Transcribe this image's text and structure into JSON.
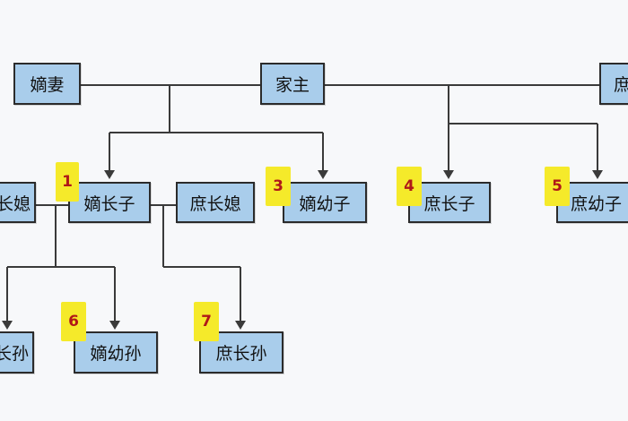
{
  "nodes": {
    "head": "家主",
    "main_wife": "嫡妻",
    "concubine": "庶",
    "left_daughter_in_law": "长媳",
    "legit_eldest_son": "嫡长子",
    "concubine_eldest_wife": "庶长媳",
    "legit_youngest_son": "嫡幼子",
    "concubine_eldest_son": "庶长子",
    "concubine_youngest_son": "庶幼子",
    "left_grandson": "长孙",
    "legit_younger_grandson": "嫡幼孙",
    "concubine_eldest_grandson": "庶长孙"
  },
  "badges": {
    "b1": "1",
    "b3": "3",
    "b4": "4",
    "b5": "5",
    "b6": "6",
    "b7": "7"
  },
  "colors": {
    "node_fill": "#a9cdeb",
    "node_border": "#2b2b2b",
    "badge_fill": "#f5ea2a",
    "badge_text": "#b01818",
    "line": "#3a3a3a"
  }
}
